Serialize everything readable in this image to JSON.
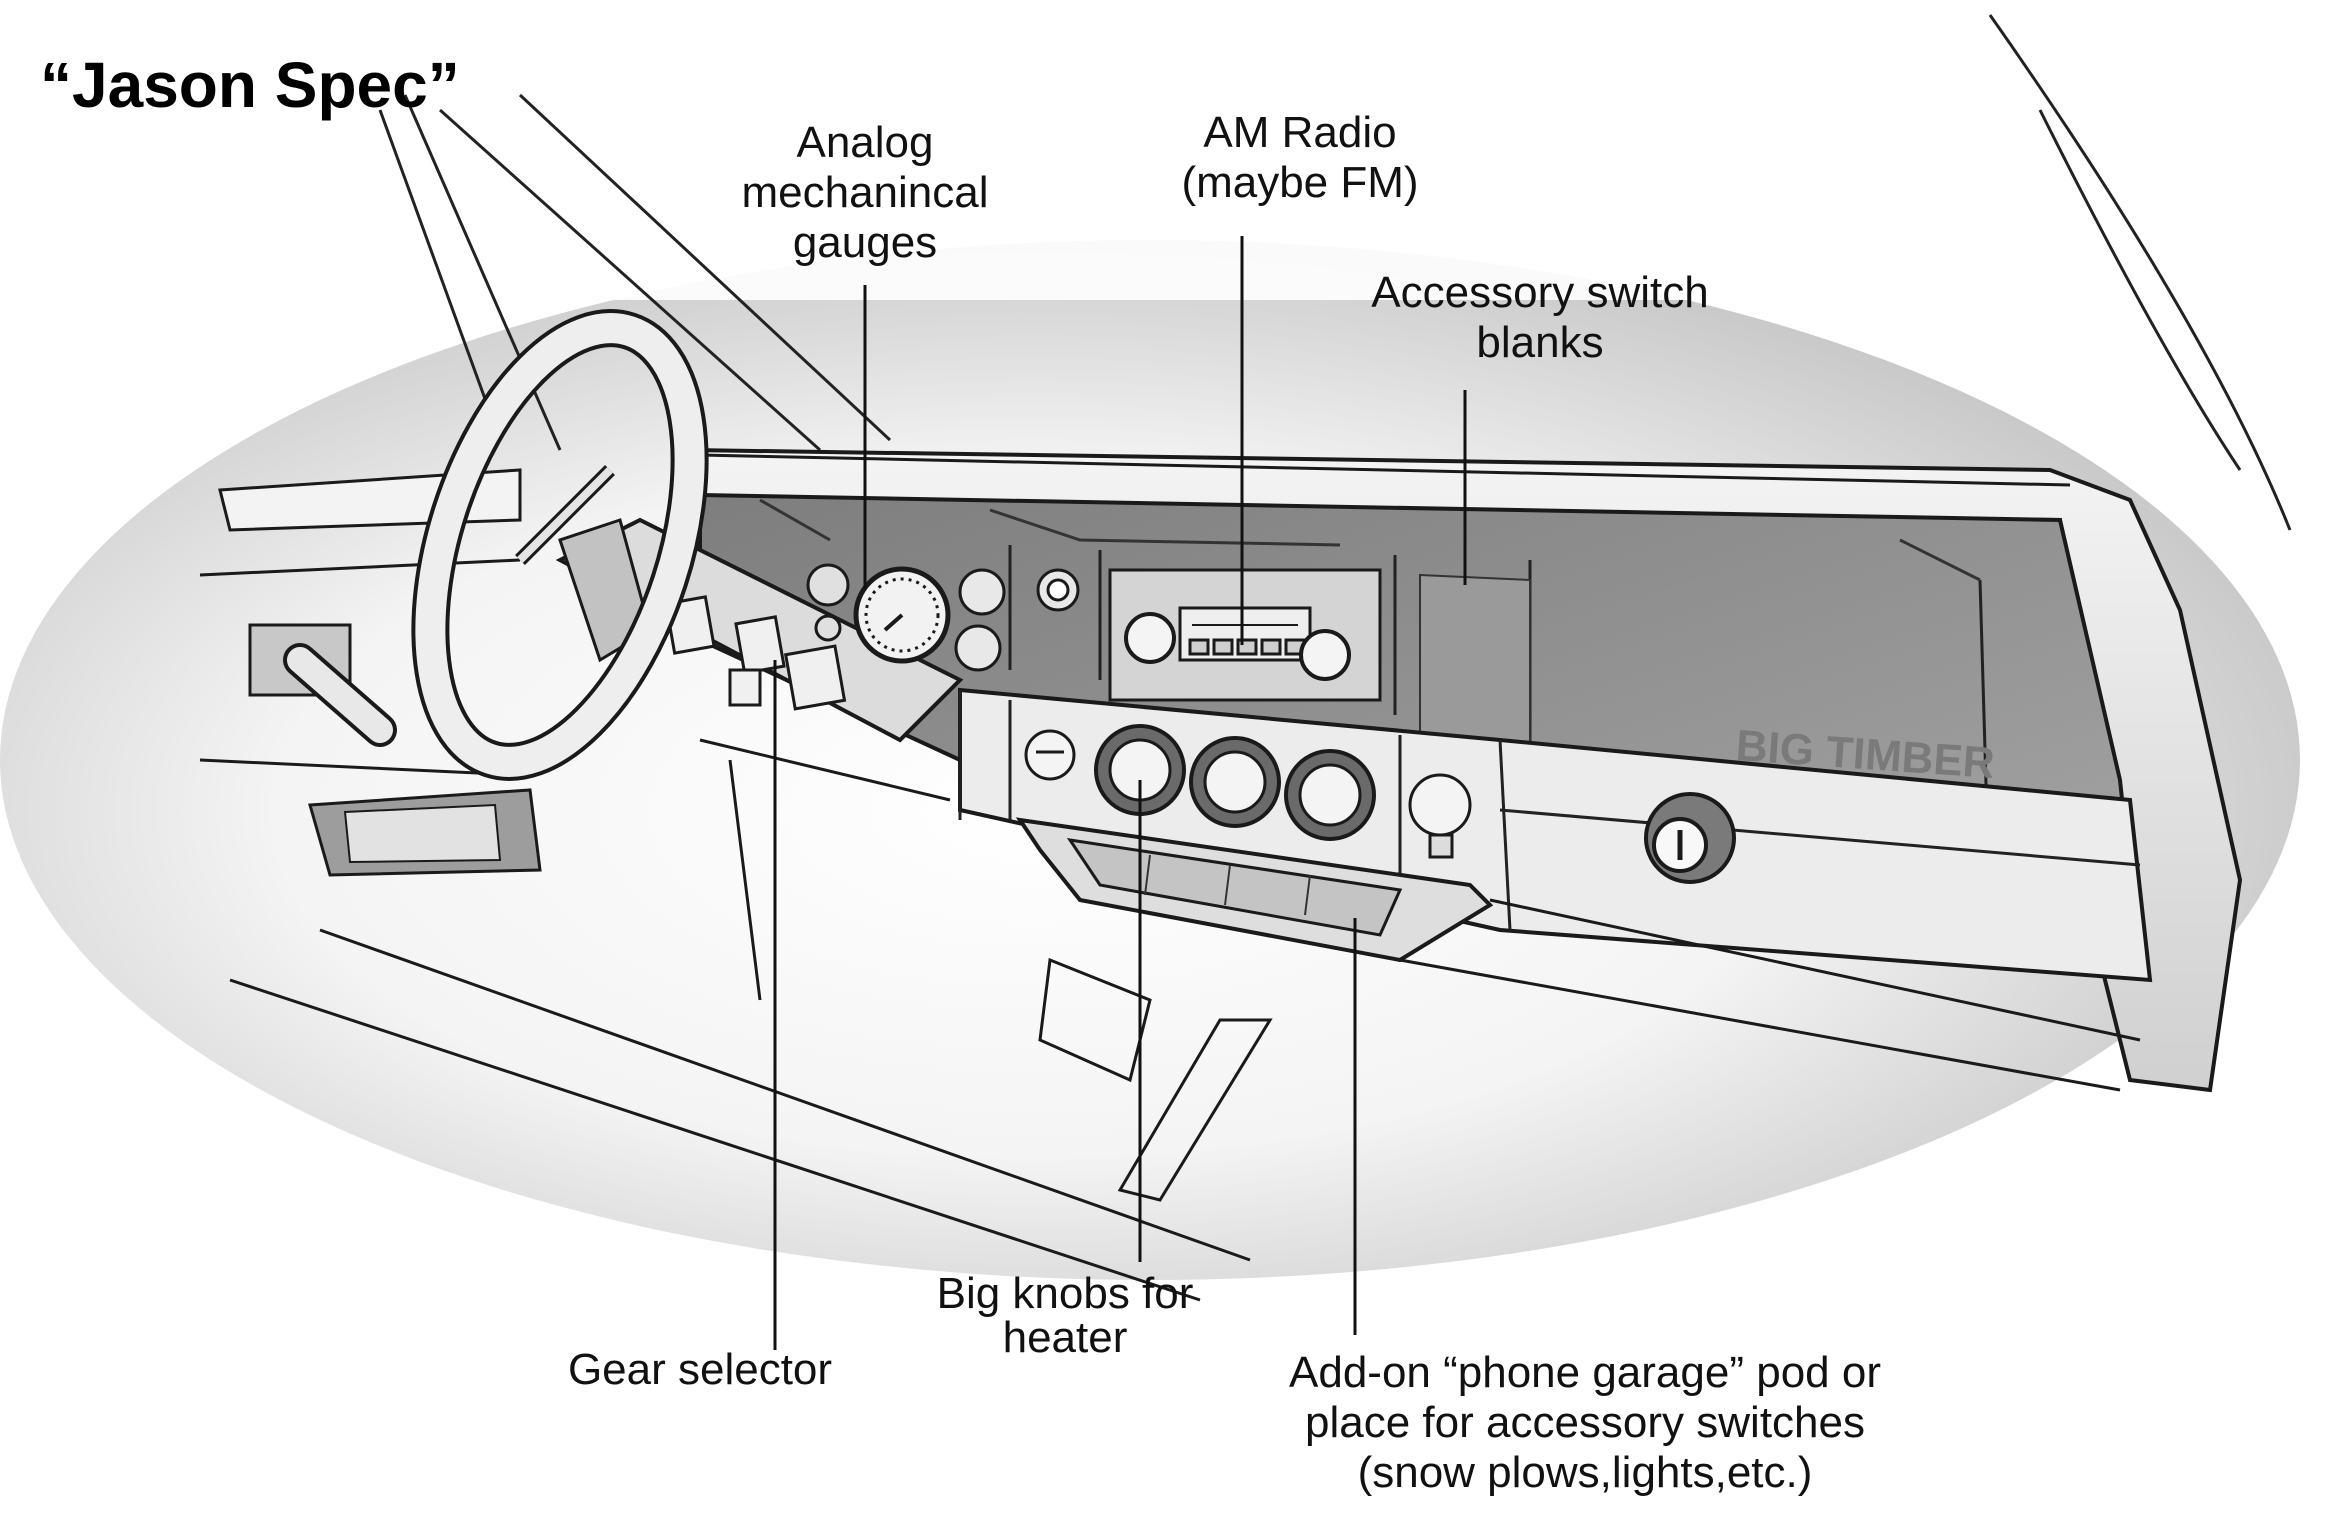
{
  "title": "“Jason Spec”",
  "brand_badge": "BIG TIMBER",
  "callouts": {
    "gauges": [
      "Analog",
      "mechanincal",
      "gauges"
    ],
    "radio": [
      "AM Radio",
      "(maybe FM)"
    ],
    "accessory_blanks": [
      "Accessory switch",
      "blanks"
    ],
    "gear_selector": [
      "Gear selector"
    ],
    "heater_knobs": [
      "Big knobs for",
      "heater"
    ],
    "phone_garage": [
      "Add-on “phone garage” pod or",
      "place for accessory switches",
      "(snow plows,lights,etc.)"
    ]
  },
  "colors": {
    "ink": "#1a1a1a",
    "panel_dark": "#8c8c8c",
    "panel_mid": "#b8b8b8",
    "panel_light": "#e6e6e6",
    "shadow": "#9e9e9e"
  }
}
